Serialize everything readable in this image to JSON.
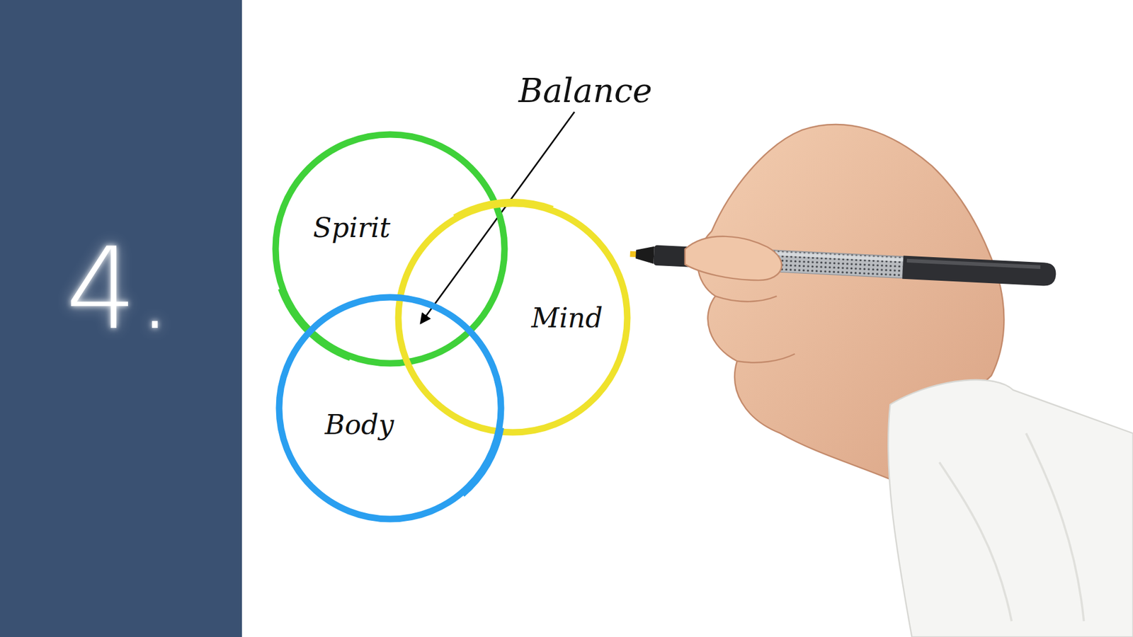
{
  "diagram": {
    "nodes": [
      {
        "text": [
          "Spirit"
        ]
      },
      {
        "text": [
          "Mind"
        ]
      },
      {
        "text": [
          "Body"
        ]
      }
    ],
    "labels": [
      "4.",
      "Balance"
    ]
  }
}
